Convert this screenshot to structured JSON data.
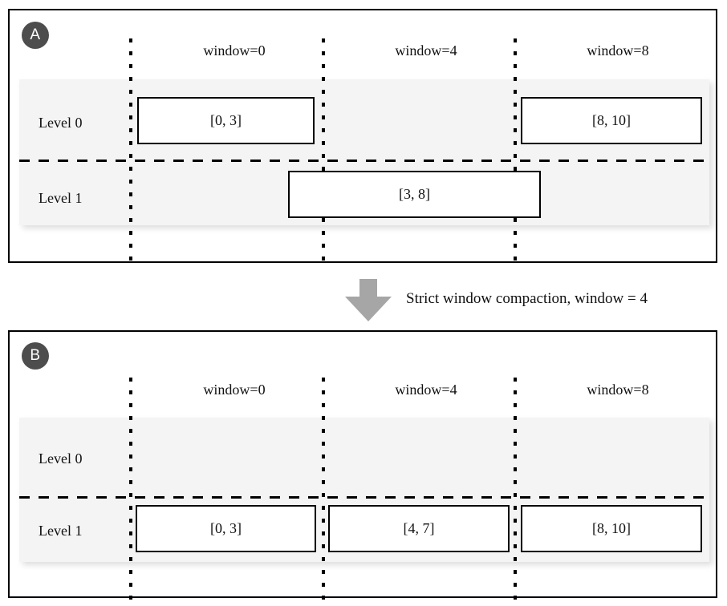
{
  "figure": {
    "panels": [
      {
        "id": "A",
        "badge": "A",
        "window_headers": [
          {
            "label": "window=0"
          },
          {
            "label": "window=4"
          },
          {
            "label": "window=8"
          }
        ],
        "levels": [
          {
            "label": "Level 0"
          },
          {
            "label": "Level 1"
          }
        ],
        "runs": [
          {
            "label": "[0, 3]",
            "level": 0,
            "window": 0
          },
          {
            "label": "[8, 10]",
            "level": 0,
            "window": 8
          },
          {
            "label": "[3, 8]",
            "level": 1,
            "window": 4
          }
        ]
      },
      {
        "id": "B",
        "badge": "B",
        "window_headers": [
          {
            "label": "window=0"
          },
          {
            "label": "window=4"
          },
          {
            "label": "window=8"
          }
        ],
        "levels": [
          {
            "label": "Level 0"
          },
          {
            "label": "Level 1"
          }
        ],
        "runs": [
          {
            "label": "[0, 3]",
            "level": 1,
            "window": 0
          },
          {
            "label": "[4, 7]",
            "level": 1,
            "window": 4
          },
          {
            "label": "[8, 10]",
            "level": 1,
            "window": 8
          }
        ]
      }
    ],
    "transition": {
      "caption": "Strict window compaction, window = 4",
      "arrow_icon": "down-arrow-icon",
      "arrow_color": "#a6a6a6"
    },
    "colors": {
      "badge_background": "#4d4d4d",
      "badge_text": "#ffffff",
      "band_background": "#f4f4f4",
      "line": "#000000",
      "box_fill": "#ffffff",
      "arrow": "#a6a6a6"
    }
  }
}
